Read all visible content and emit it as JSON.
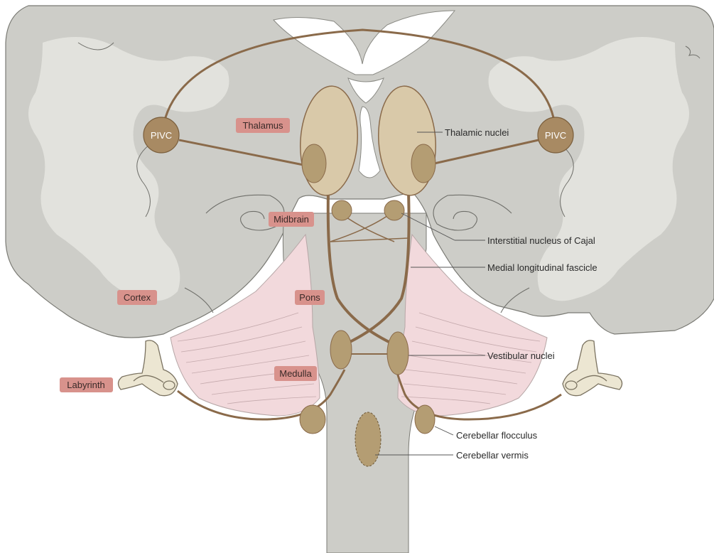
{
  "diagram": {
    "region_labels": {
      "thalamus": "Thalamus",
      "midbrain": "Midbrain",
      "pons": "Pons",
      "medulla": "Medulla",
      "cortex": "Cortex",
      "labyrinth": "Labyrinth"
    },
    "node_labels": {
      "pivc_left": "PIVC",
      "pivc_right": "PIVC"
    },
    "callouts": {
      "thalamic_nuclei": "Thalamic nuclei",
      "interstitial_nucleus": "Interstitial nucleus of Cajal",
      "mlf": "Medial longitudinal fascicle",
      "vestibular_nuclei": "Vestibular nuclei",
      "cerebellar_flocculus": "Cerebellar flocculus",
      "cerebellar_vermis": "Cerebellar vermis"
    },
    "colors": {
      "brain_tissue": "#cdcdc8",
      "brain_outline": "#6f6f6a",
      "white_matter": "#e4e4df",
      "ventricle": "#ffffff",
      "pathway": "#8a6a4a",
      "nucleus_fill": "#b49d73",
      "thalamus_fill": "#d9c9a9",
      "cerebellum_fill": "#f2d9dc",
      "label_box": "#d8928c",
      "inner_ear": "#ece6d2"
    }
  }
}
